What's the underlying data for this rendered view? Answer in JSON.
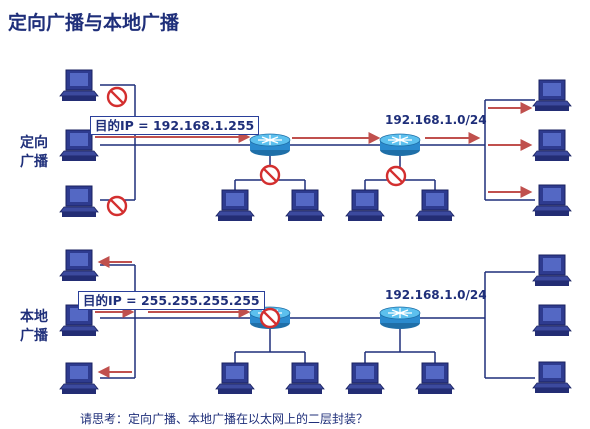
{
  "title": "定向广播与本地广播",
  "top_section": {
    "side_label_line1": "定向",
    "side_label_line2": "广播",
    "dest_ip_label": "目的IP = 192.168.1.255",
    "subnet_label": "192.168.1.0/24"
  },
  "bottom_section": {
    "side_label_line1": "本地",
    "side_label_line2": "广播",
    "dest_ip_label": "目的IP = 255.255.255.255",
    "subnet_label": "192.168.1.0/24"
  },
  "footer_question": "请思考：定向广播、本地广播在以太网上的二层封装？",
  "colors": {
    "title": "#1f2f7a",
    "line": "#1f2f7a",
    "arrow": "#c0504d",
    "router_fill": "#3a9fd8",
    "block_sign": "#d32f2f",
    "computer": "#2e3b8f"
  }
}
